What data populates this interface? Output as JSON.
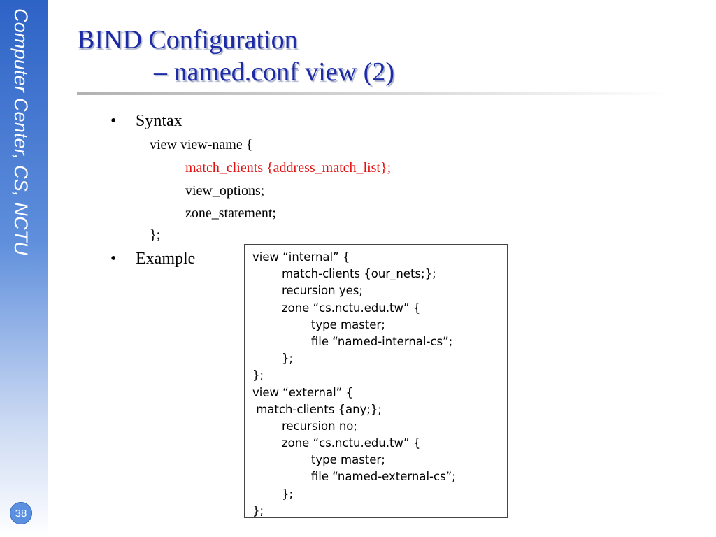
{
  "sidebar": {
    "text": "Computer Center, CS, NCTU",
    "page_number": "38"
  },
  "title": {
    "line1": "BIND Configuration",
    "line2": "– named.conf  view (2)"
  },
  "bullets": [
    {
      "label": "Syntax"
    },
    {
      "label": "Example"
    }
  ],
  "syntax": [
    "view view-name {",
    "match_clients {address_match_list};",
    "view_options;",
    "zone_statement;",
    "};"
  ],
  "example_code": [
    "view “internal” {",
    "        match-clients {our_nets;};",
    "        recursion yes;",
    "        zone “cs.nctu.edu.tw” {",
    "                type master;",
    "                file “named-internal-cs”;",
    "        };",
    "};",
    "view “external” {",
    " match-clients {any;};",
    "        recursion no;",
    "        zone “cs.nctu.edu.tw” {",
    "                type master;",
    "                file “named-external-cs”;",
    "        };",
    "};"
  ],
  "colors": {
    "title": "#1d2aa6",
    "highlight": "#e41010",
    "sidebar": "#2e63c6"
  }
}
